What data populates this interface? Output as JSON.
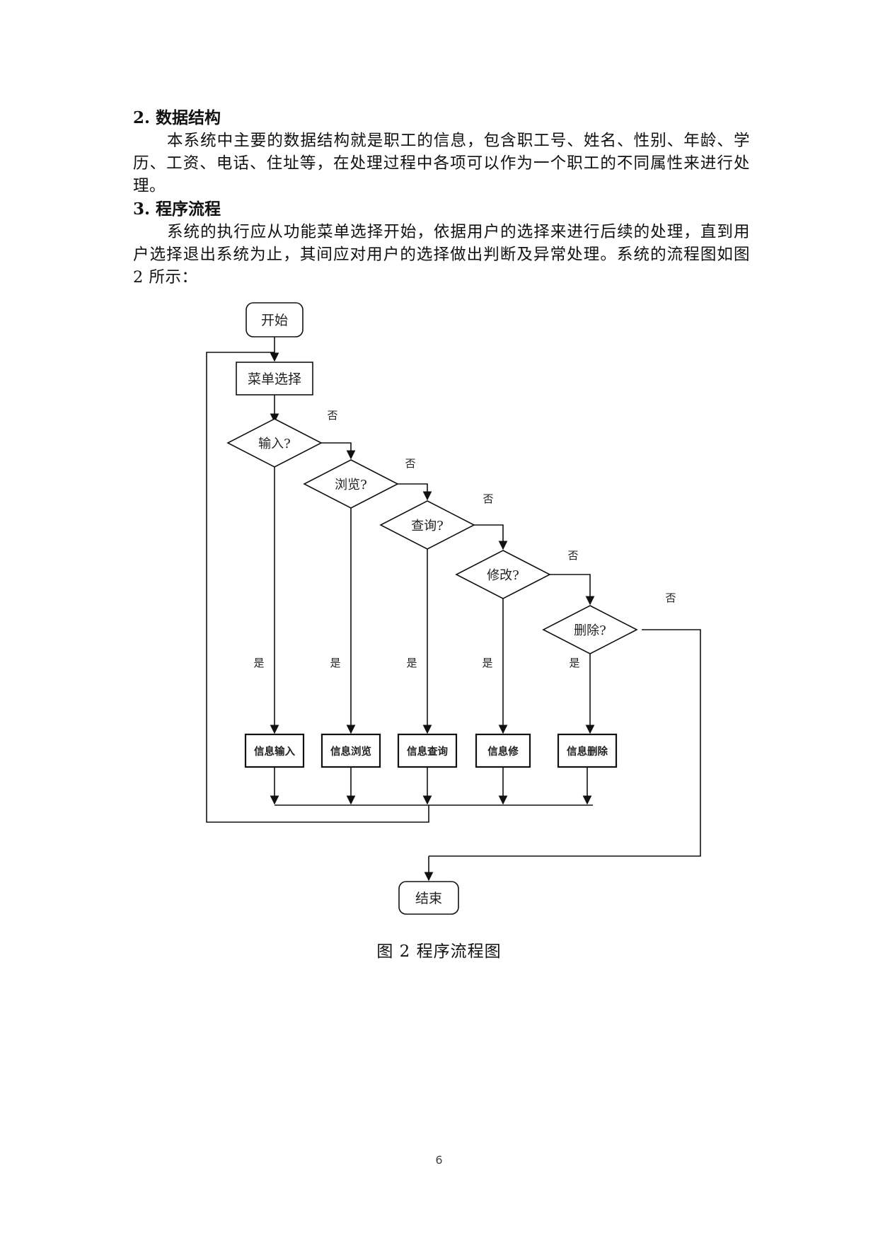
{
  "section2": {
    "heading": "2. 数据结构",
    "body": "本系统中主要的数据结构就是职工的信息，包含职工号、姓名、性别、年龄、学历、工资、电话、住址等，在处理过程中各项可以作为一个职工的不同属性来进行处理。"
  },
  "section3": {
    "heading": "3. 程序流程",
    "body": "系统的执行应从功能菜单选择开始，依据用户的选择来进行后续的处理，直到用户选择退出系统为止，其间应对用户的选择做出判断及异常处理。系统的流程图如图 2 所示："
  },
  "flowchart": {
    "start": "开始",
    "menu": "菜单选择",
    "end": "结束",
    "yes_label": "是",
    "no_label": "否",
    "decisions": [
      {
        "label": "输入?"
      },
      {
        "label": "浏览?"
      },
      {
        "label": "查询?"
      },
      {
        "label": "修改?"
      },
      {
        "label": "删除?"
      }
    ],
    "actions": [
      {
        "label": "信息输入"
      },
      {
        "label": "信息浏览"
      },
      {
        "label": "信息查询"
      },
      {
        "label": "信息修"
      },
      {
        "label": "信息删除"
      }
    ]
  },
  "caption": "图 2  程序流程图",
  "page_number": "6"
}
